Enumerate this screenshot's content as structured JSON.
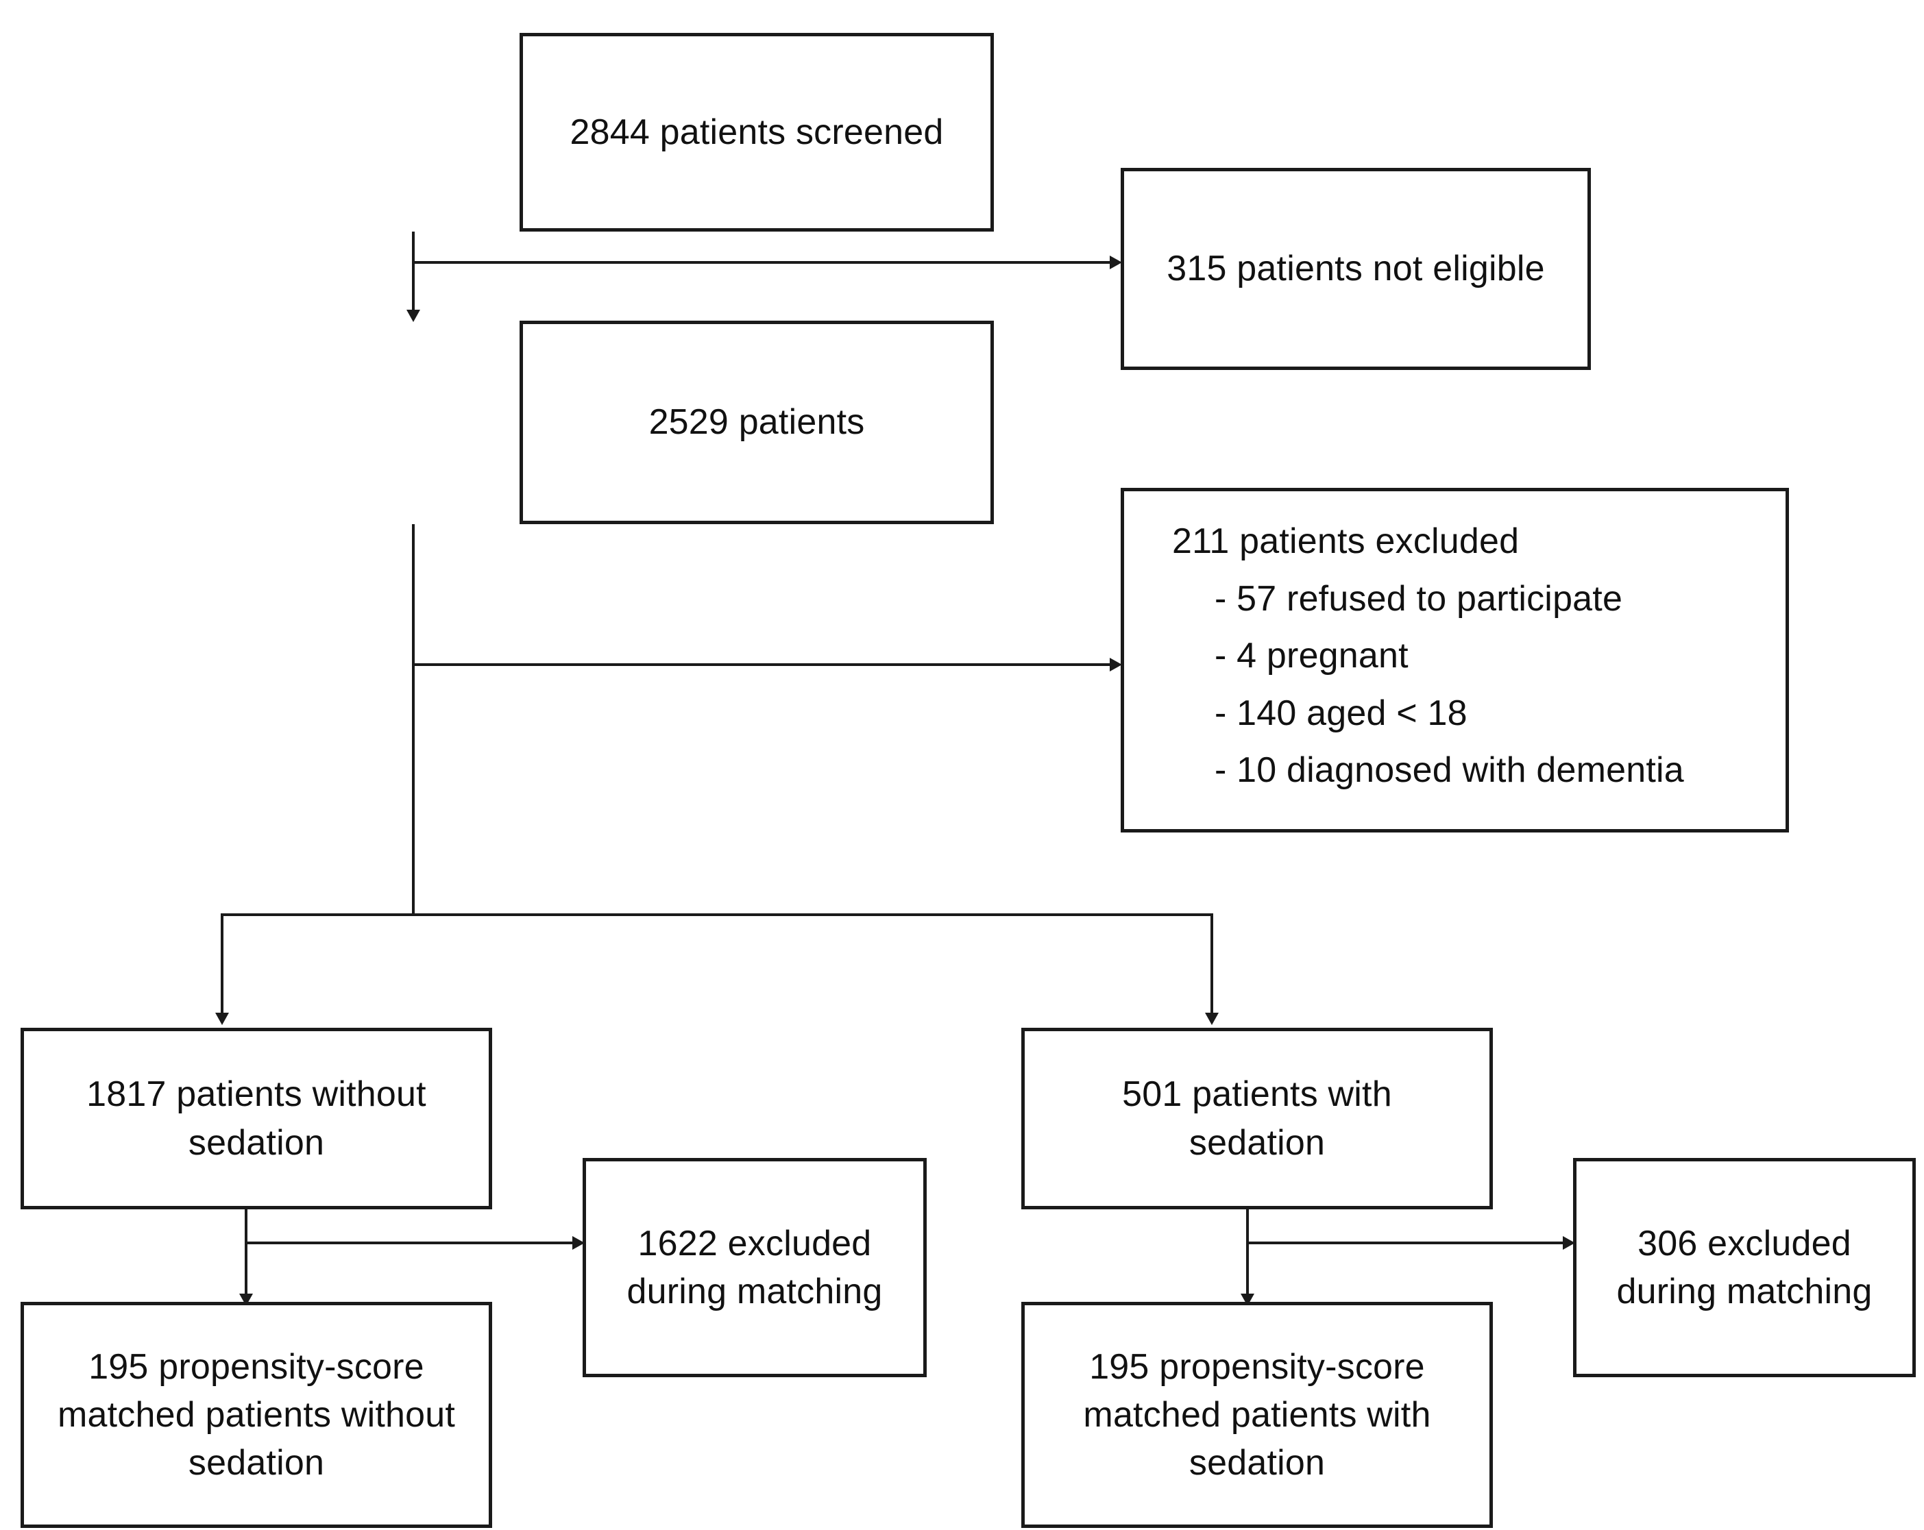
{
  "diagram": {
    "type": "patient-flow-consort",
    "nodes": {
      "screened": {
        "label": "2844 patients screened",
        "count": 2844
      },
      "not_eligible": {
        "label": "315 patients not eligible",
        "count": 315
      },
      "eligible": {
        "label": "2529 patients",
        "count": 2529
      },
      "excluded": {
        "title": "211 patients excluded",
        "count": 211,
        "items": [
          "- 57 refused to participate",
          "- 4 pregnant",
          "- 140 aged < 18",
          "- 10 diagnosed with dementia"
        ]
      },
      "without_sedation": {
        "label": "1817 patients without\nsedation",
        "count": 1817
      },
      "with_sedation": {
        "label": "501 patients with\nsedation",
        "count": 501
      },
      "excluded_matching_left": {
        "label": "1622 excluded\nduring matching",
        "count": 1622
      },
      "excluded_matching_right": {
        "label": "306 excluded\nduring matching",
        "count": 306
      },
      "matched_without_sedation": {
        "label": "195 propensity-score\nmatched patients without\nsedation",
        "count": 195
      },
      "matched_with_sedation": {
        "label": "195 propensity-score\nmatched patients with\nsedation",
        "count": 195
      }
    },
    "colors": {
      "box_border": "#1a1a1a",
      "box_fill": "#ffffff",
      "text": "#111111",
      "connector": "#1a1a1a",
      "background": "#ffffff"
    }
  }
}
